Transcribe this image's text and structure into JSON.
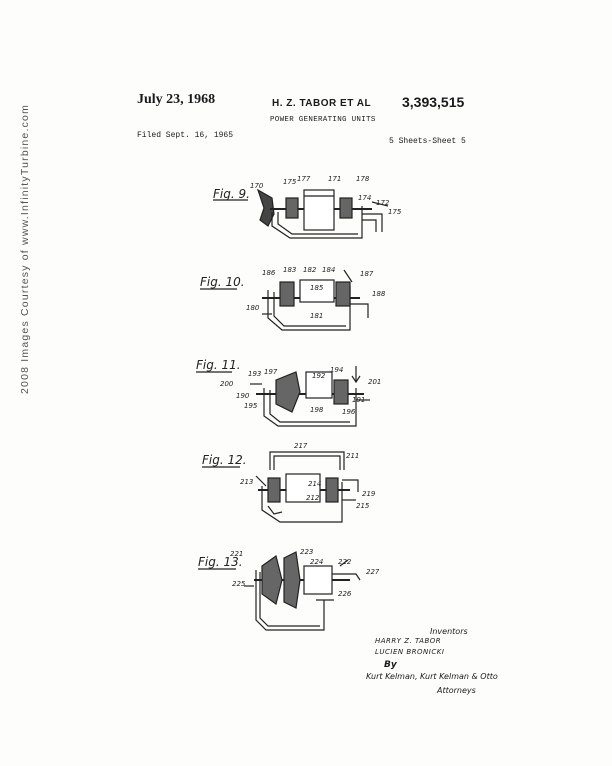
{
  "watermark": "2008  Images  Courtesy  of    www.InfinityTurbine.com",
  "header": {
    "date": "July 23, 1968",
    "inventors": "H. Z. TABOR  ET AL",
    "patent_number": "3,393,515",
    "title": "POWER GENERATING UNITS",
    "filed": "Filed Sept. 16, 1965",
    "sheet": "5 Sheets-Sheet 5"
  },
  "figures": [
    {
      "label": "Fig. 9.",
      "refs": [
        "170",
        "175",
        "177",
        "171",
        "178",
        "174",
        "172",
        "175"
      ]
    },
    {
      "label": "Fig. 10.",
      "refs": [
        "186",
        "183",
        "182",
        "184",
        "187",
        "185",
        "188",
        "180",
        "181"
      ]
    },
    {
      "label": "Fig. 11.",
      "refs": [
        "193",
        "197",
        "192",
        "194",
        "200",
        "201",
        "190",
        "195",
        "191",
        "198",
        "196"
      ]
    },
    {
      "label": "Fig. 12.",
      "refs": [
        "217",
        "211",
        "213",
        "214",
        "212",
        "219",
        "215"
      ]
    },
    {
      "label": "Fig. 13.",
      "refs": [
        "221",
        "223",
        "224",
        "222",
        "227",
        "225",
        "226"
      ]
    }
  ],
  "signature_block": {
    "inventors_label": "Inventors",
    "inventor_1": "HARRY Z. TABOR",
    "inventor_2": "LUCIEN BRONICKI",
    "by": "By",
    "signature": "Kurt Kelman, Kurt Kelman & Otto",
    "attorneys": "Attorneys"
  }
}
